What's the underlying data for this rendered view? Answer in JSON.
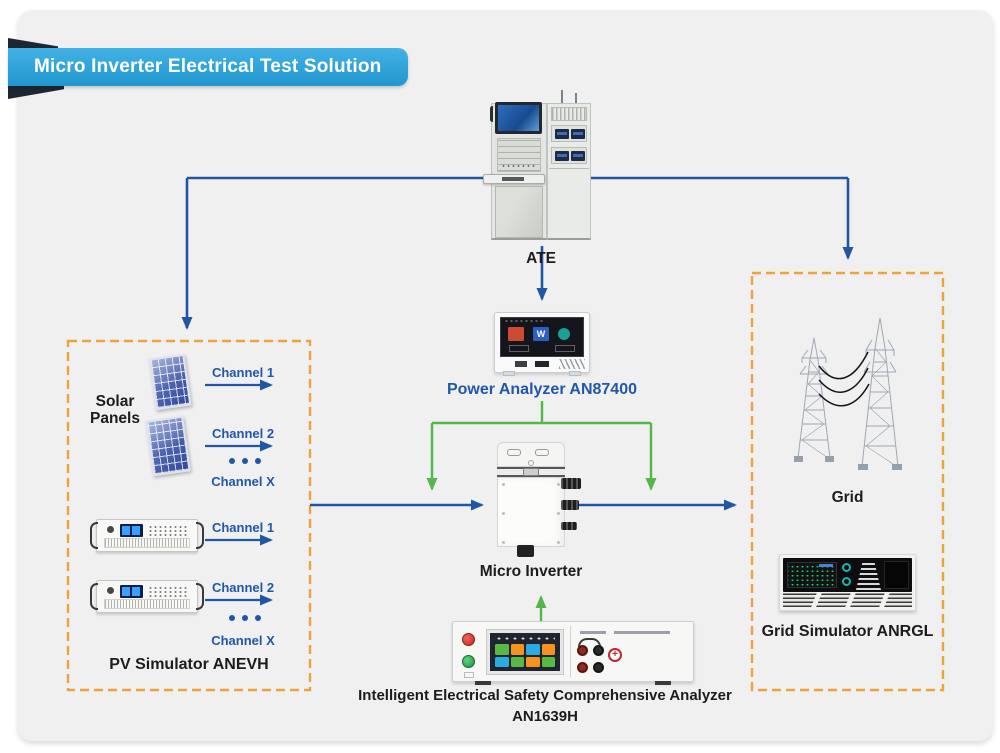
{
  "colors": {
    "accent_blue": "#2156A5",
    "label_blue": "#2057A7",
    "green": "#52B848",
    "orange": "#EDA33C",
    "banner_blue": "#2FA7DE",
    "dark_text": "#1C1C1C"
  },
  "banner": {
    "title": "Micro Inverter Electrical Test Solution"
  },
  "ate": {
    "label": "ATE"
  },
  "power_analyzer": {
    "label": "Power Analyzer AN87400",
    "screen_tile_w": "W"
  },
  "micro_inverter": {
    "label": "Micro Inverter"
  },
  "pv_section": {
    "solar_panels_label_line1": "Solar",
    "solar_panels_label_line2": "Panels",
    "channels_top": [
      "Channel 1",
      "Channel 2"
    ],
    "channel_more_top": "Channel X",
    "channels_bottom": [
      "Channel 1",
      "Channel 2"
    ],
    "channel_more_bottom": "Channel X",
    "caption": "PV Simulator ANEVH"
  },
  "grid_section": {
    "grid_label": "Grid",
    "caption": "Grid Simulator ANRGL"
  },
  "safety_analyzer": {
    "label_line1": "Intelligent Electrical Safety Comprehensive Analyzer",
    "label_line2": "AN1639H"
  }
}
